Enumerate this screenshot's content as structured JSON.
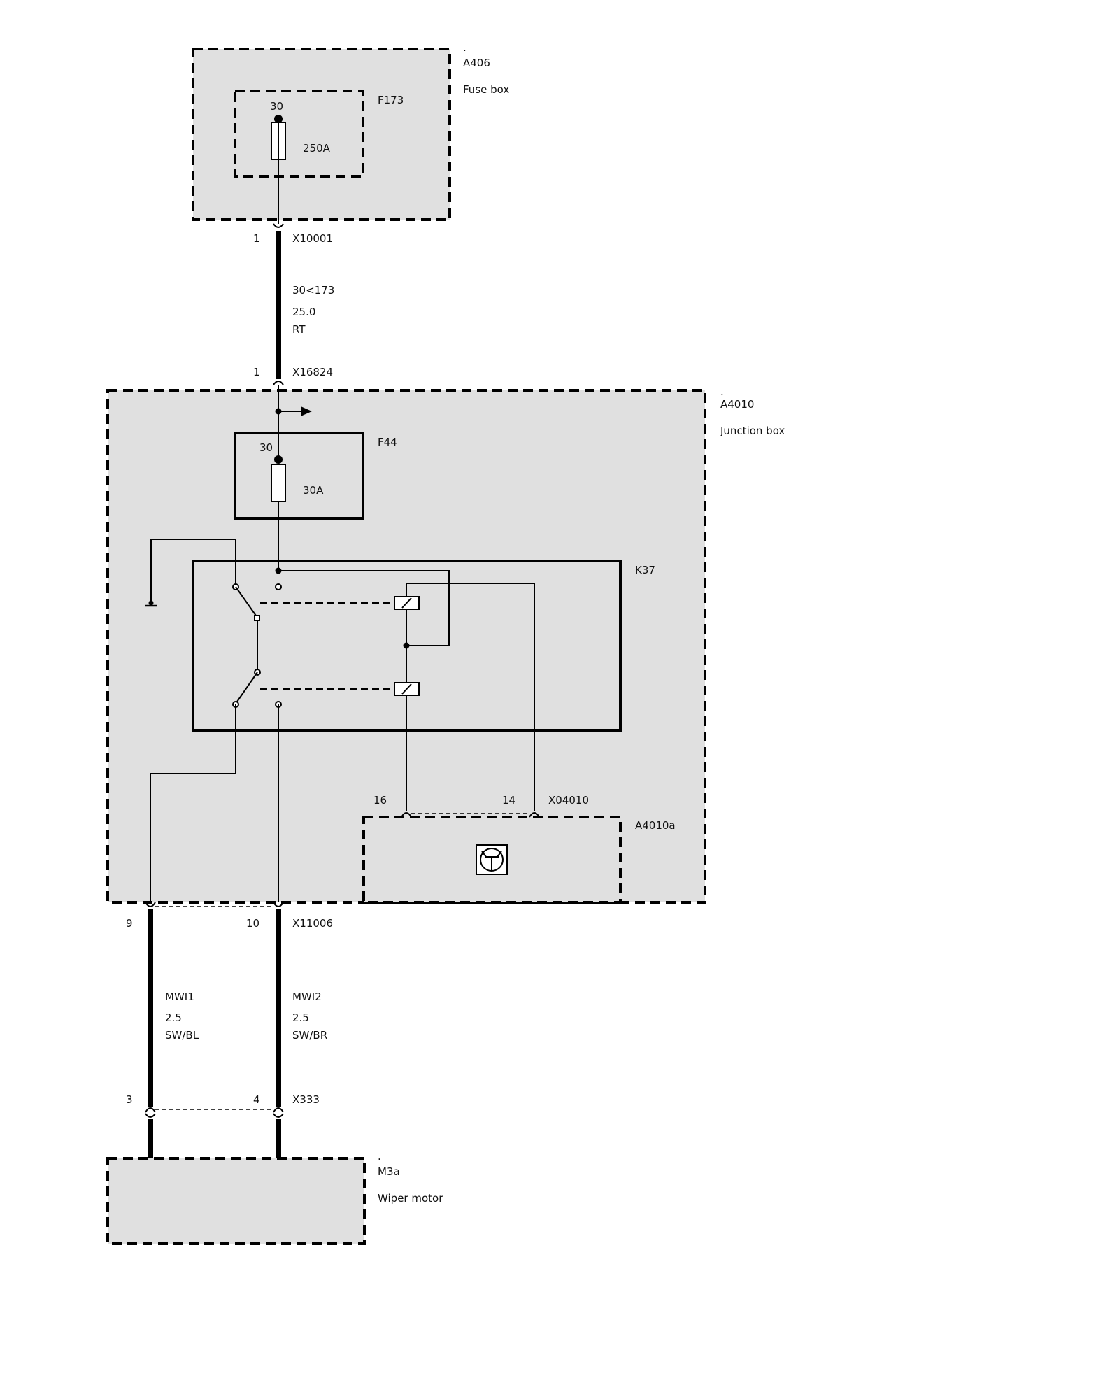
{
  "components": {
    "fuse_box": {
      "id": "A406",
      "name": "Fuse box"
    },
    "fuse_f173": {
      "id": "F173",
      "terminal": "30",
      "rating": "250A"
    },
    "junction_box": {
      "id": "A4010",
      "name": "Junction box"
    },
    "fuse_f44": {
      "id": "F44",
      "terminal": "30",
      "rating": "30A"
    },
    "relay_k37": {
      "id": "K37"
    },
    "module_a4010a": {
      "id": "A4010a"
    },
    "wiper_motor": {
      "id": "M3a",
      "name": "Wiper motor"
    }
  },
  "connectors": {
    "x10001": {
      "id": "X10001",
      "pin": "1"
    },
    "x16824": {
      "id": "X16824",
      "pin": "1"
    },
    "x04010": {
      "id": "X04010",
      "pin_a": "16",
      "pin_b": "14"
    },
    "x11006": {
      "id": "X11006",
      "pin_a": "9",
      "pin_b": "10"
    },
    "x333": {
      "id": "X333",
      "pin_a": "3",
      "pin_b": "4"
    }
  },
  "wires": {
    "supply": {
      "signal": "30<173",
      "size": "25.0",
      "color": "RT"
    },
    "mwi1": {
      "signal": "MWI1",
      "size": "2.5",
      "color": "SW/BL"
    },
    "mwi2": {
      "signal": "MWI2",
      "size": "2.5",
      "color": "SW/BR"
    }
  },
  "marks": {
    "dot": "."
  }
}
